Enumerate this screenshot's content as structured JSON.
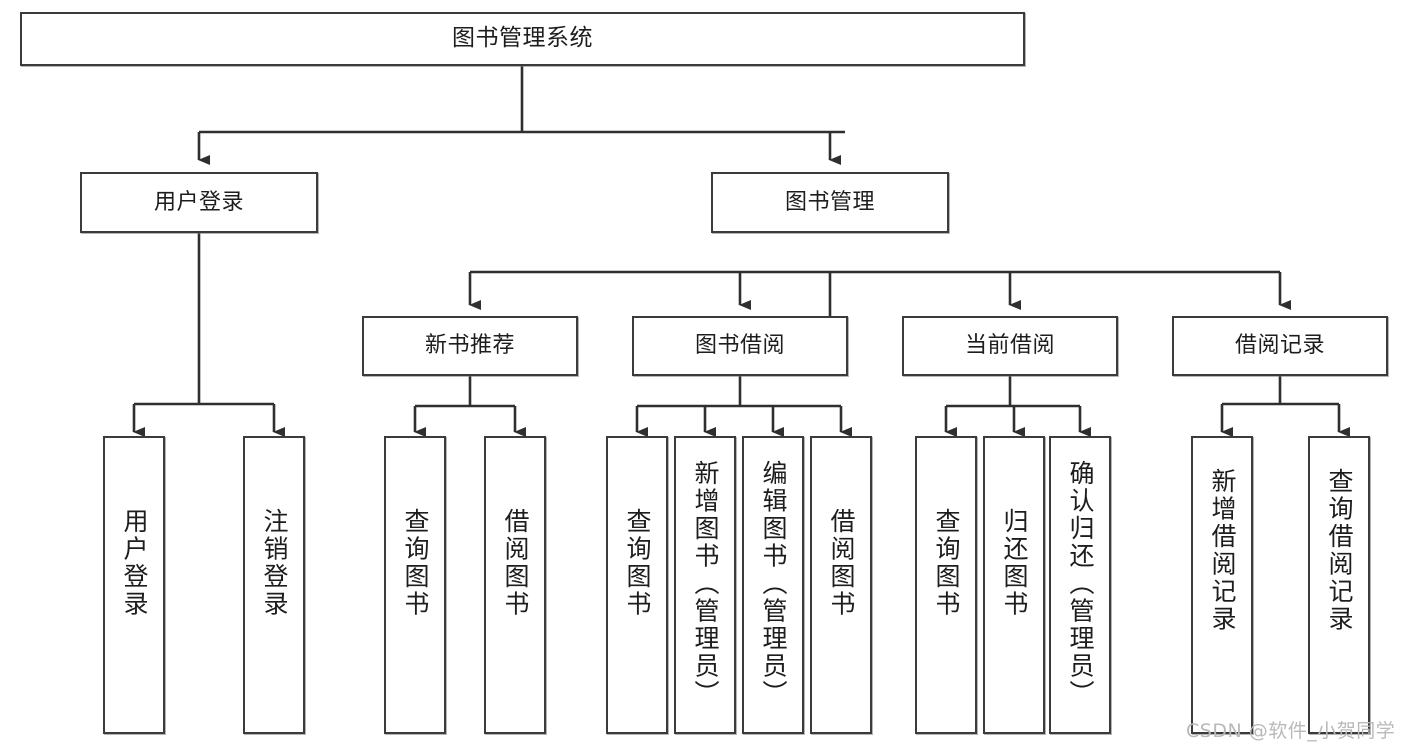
{
  "diagram": {
    "type": "tree",
    "title": "图书管理系统",
    "watermark": "CSDN @软件_小贺同学",
    "colors": {
      "node_border": "#3b3b3b",
      "node_fill": "#ffffff",
      "edge": "#2f2f2f",
      "text": "#1d1d1d",
      "watermark": "#b9b9b9",
      "background": "#ffffff"
    },
    "nodes": {
      "root": {
        "label": "图书管理系统"
      },
      "level2": [
        {
          "id": "user-login",
          "label": "用户登录"
        },
        {
          "id": "book-manage",
          "label": "图书管理"
        }
      ],
      "level3": [
        {
          "id": "new-book-recommend",
          "label": "新书推荐"
        },
        {
          "id": "book-borrow",
          "label": "图书借阅"
        },
        {
          "id": "current-borrow",
          "label": "当前借阅"
        },
        {
          "id": "borrow-record",
          "label": "借阅记录"
        }
      ],
      "leaves": {
        "user-login": [
          {
            "id": "leaf-user-login",
            "label": "用户登录"
          },
          {
            "id": "leaf-user-logout",
            "label": "注销登录"
          }
        ],
        "new-book-recommend": [
          {
            "id": "leaf-query-book-1",
            "label": "查询图书"
          },
          {
            "id": "leaf-borrow-book-1",
            "label": "借阅图书"
          }
        ],
        "book-borrow": [
          {
            "id": "leaf-query-book-2",
            "label": "查询图书"
          },
          {
            "id": "leaf-add-book",
            "label": "新增图书（管理员）"
          },
          {
            "id": "leaf-edit-book",
            "label": "编辑图书（管理员）"
          },
          {
            "id": "leaf-borrow-book-2",
            "label": "借阅图书"
          }
        ],
        "current-borrow": [
          {
            "id": "leaf-query-book-3",
            "label": "查询图书"
          },
          {
            "id": "leaf-return-book",
            "label": "归还图书"
          },
          {
            "id": "leaf-confirm-return",
            "label": "确认归还（管理员）"
          }
        ],
        "borrow-record": [
          {
            "id": "leaf-add-record",
            "label": "新增借阅记录"
          },
          {
            "id": "leaf-query-record",
            "label": "查询借阅记录"
          }
        ]
      }
    }
  }
}
